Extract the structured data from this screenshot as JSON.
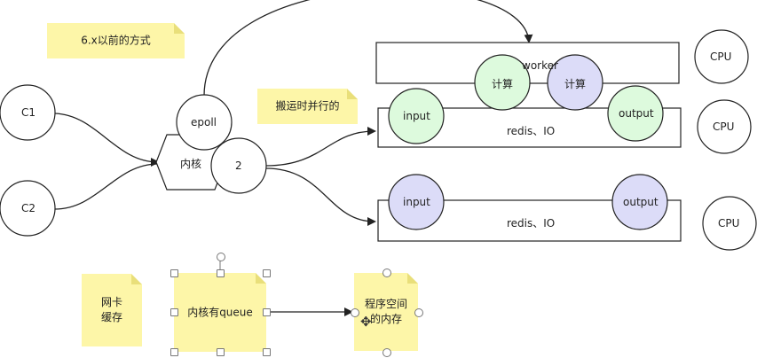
{
  "notes": {
    "legacy_method": "6.x以前的方式",
    "parallel_transport": "搬运时并行的",
    "nic_cache_line1": "网卡",
    "nic_cache_line2": "缓存",
    "kernel_queue": "内核有queue",
    "program_space_line1": "程序空间",
    "program_space_line2": "的内存"
  },
  "nodes": {
    "c1": "C1",
    "c2": "C2",
    "epoll": "epoll",
    "kernel": "内核",
    "two": "2",
    "compute1": "计算",
    "compute2": "计算",
    "input1": "input",
    "output1": "output",
    "input2": "input",
    "output2": "output"
  },
  "boxes": {
    "worker": "worker",
    "redis_io_1": "redis、IO",
    "redis_io_2": "redis、IO"
  },
  "cpus": [
    "CPU",
    "CPU",
    "CPU"
  ],
  "colors": {
    "sticky": "#fdf6a8",
    "green_fill": "#ddfadd",
    "purple_fill": "#dcdcf8"
  }
}
